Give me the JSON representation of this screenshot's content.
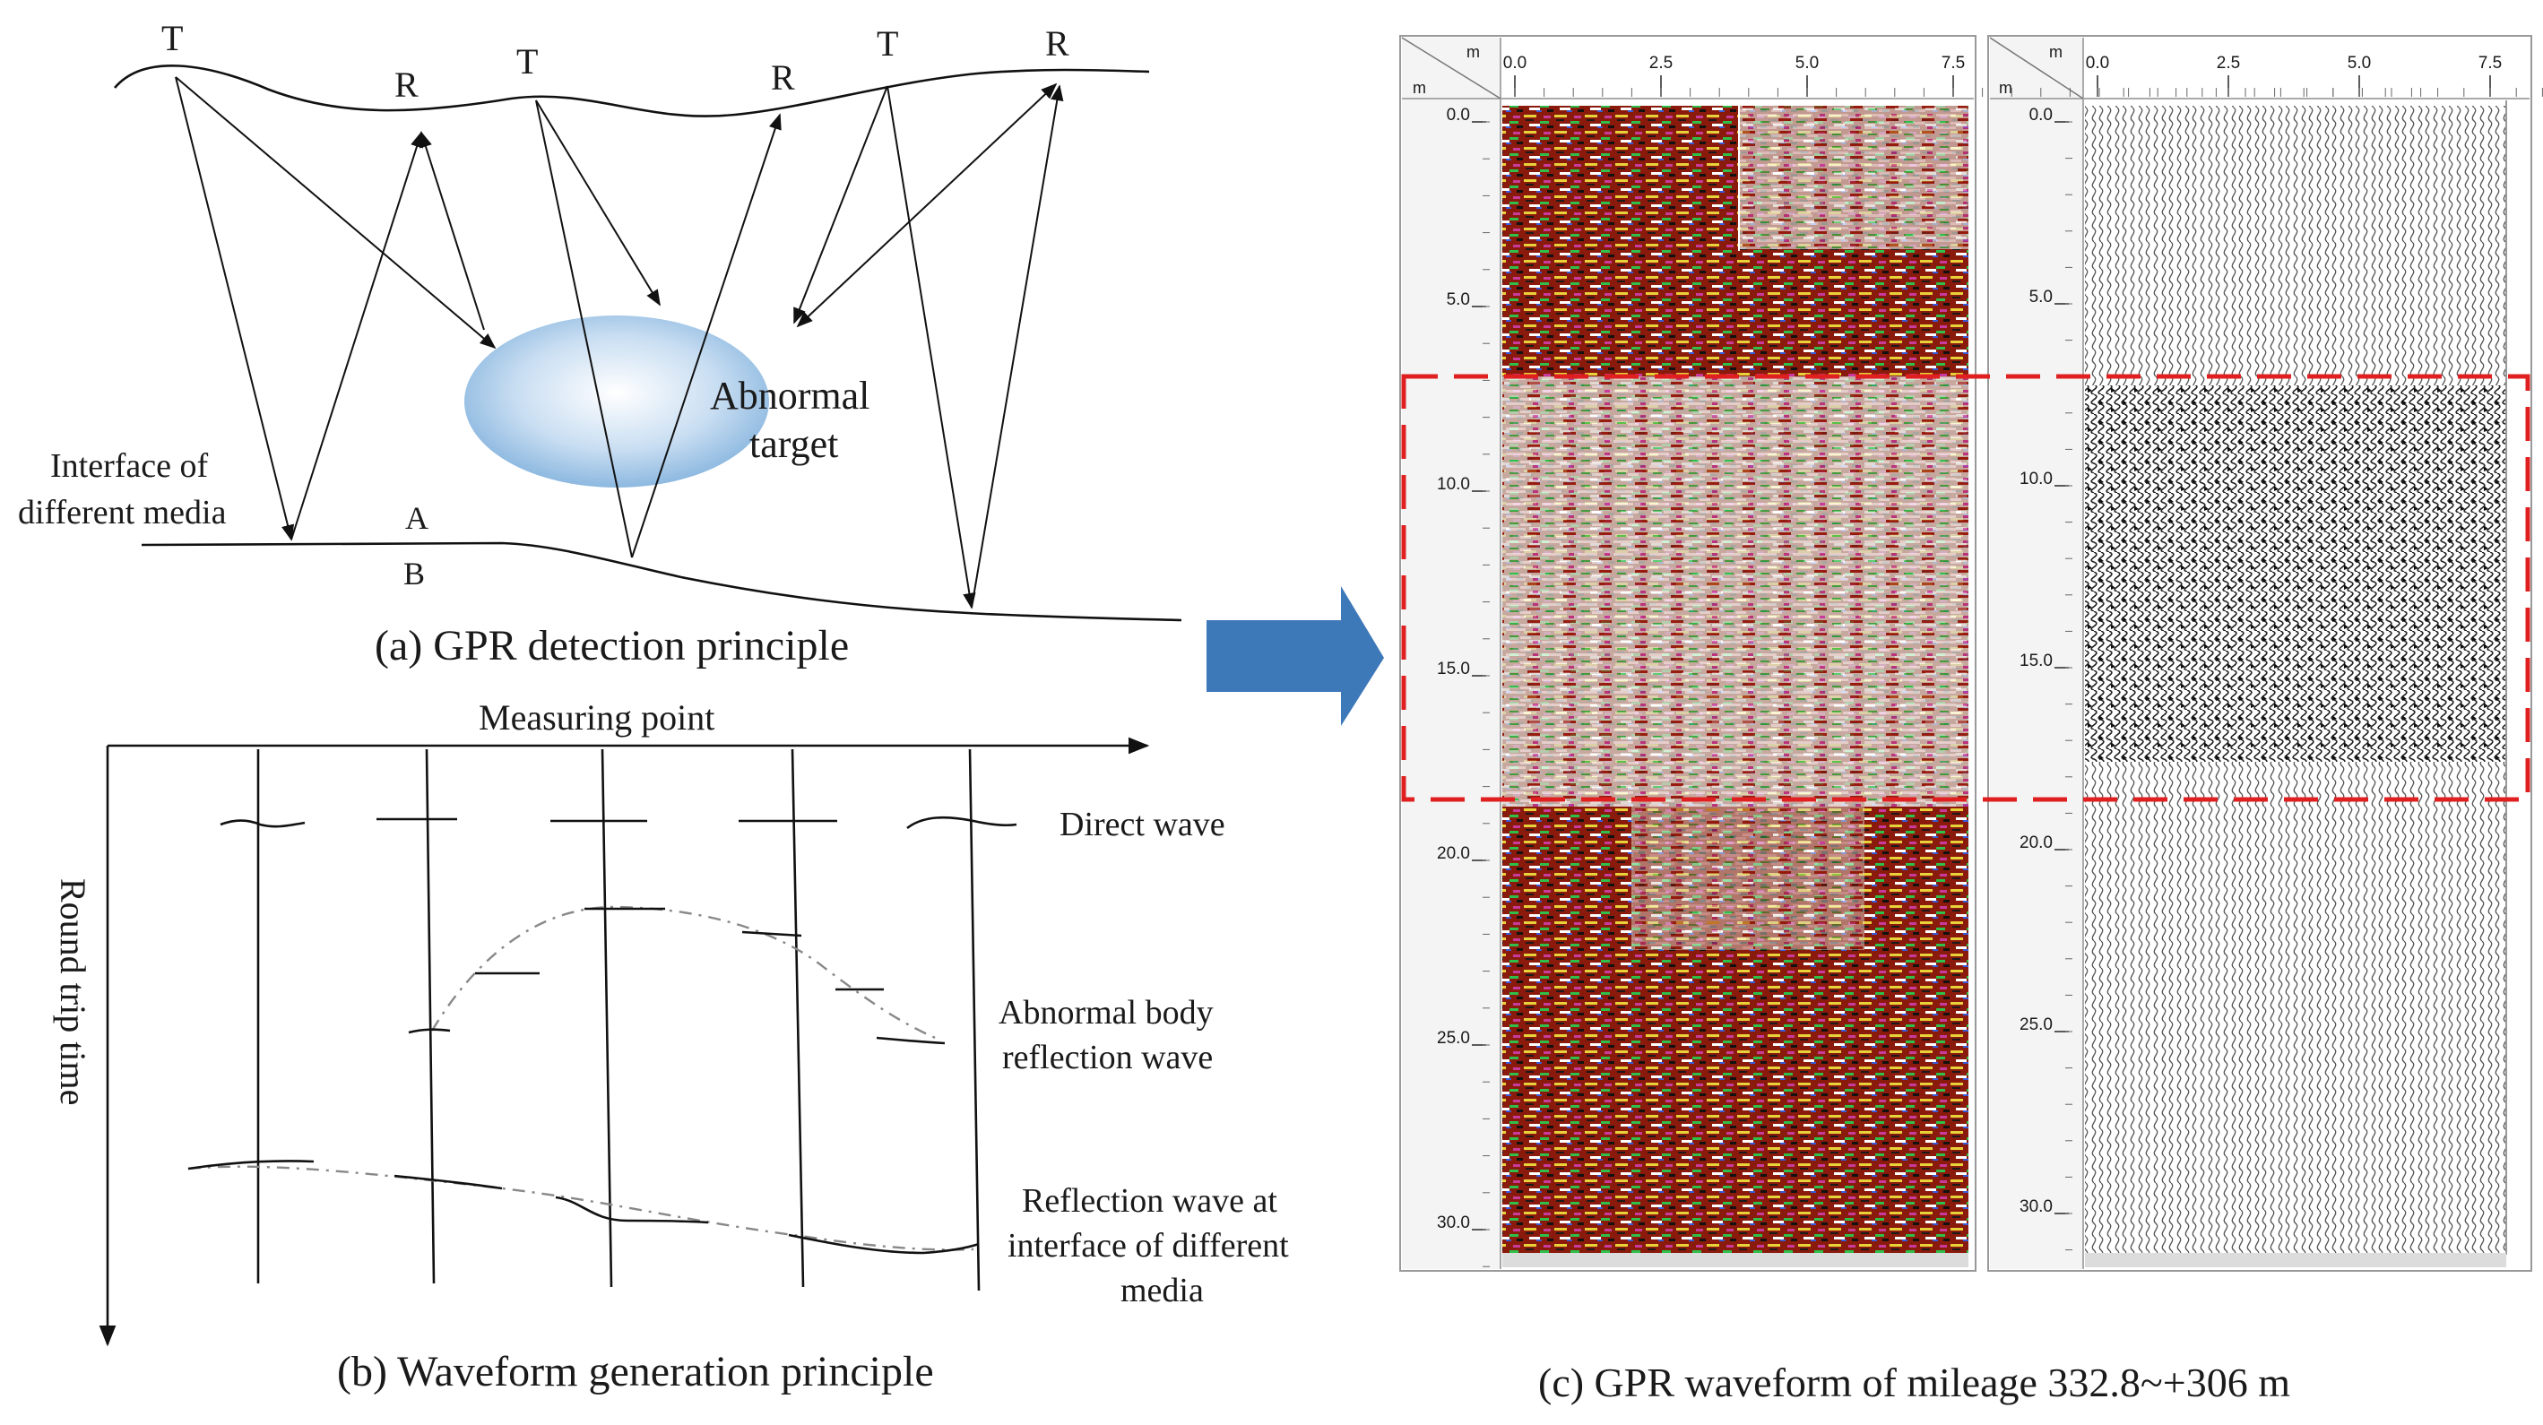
{
  "panel_a": {
    "caption": "(a) GPR detection principle",
    "transmitter_label": "T",
    "receiver_label": "R",
    "target_label_line1": "Abnormal",
    "target_label_line2": "target",
    "interface_label_line1": "Interface of",
    "interface_label_line2": "different media",
    "medium_upper": "A",
    "medium_lower": "B",
    "target_color": "#7fb0dc"
  },
  "panel_b": {
    "caption": "(b) Waveform generation principle",
    "x_axis_label": "Measuring point",
    "y_axis_label": "Round trip time",
    "direct_wave": "Direct wave",
    "abnormal_line1": "Abnormal body",
    "abnormal_line2": "reflection wave",
    "interface_line1": "Reflection wave at",
    "interface_line2": "interface of different",
    "interface_line3": "media"
  },
  "arrow_color": "#3d78b8",
  "panel_c": {
    "caption": "(c) GPR waveform of mileage 332.8~+306 m",
    "unit_label": "m",
    "x_ticks": [
      "0.0",
      "2.5",
      "5.0",
      "7.5"
    ],
    "y_ticks": [
      "0.0",
      "5.0",
      "10.0",
      "15.0",
      "20.0",
      "25.0",
      "30.0"
    ],
    "highlight_color": "#e02020",
    "radar_base_color": "#8a1a0c"
  }
}
